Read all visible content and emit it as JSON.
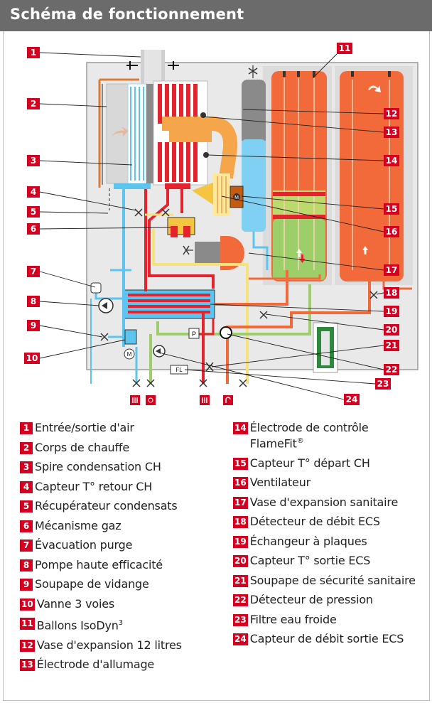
{
  "header": {
    "title": "Schéma de fonctionnement"
  },
  "legend": {
    "left": [
      {
        "num": "1",
        "text": "Entrée/sortie d'air"
      },
      {
        "num": "2",
        "text": "Corps de chauffe"
      },
      {
        "num": "3",
        "text": "Spire condensation CH"
      },
      {
        "num": "4",
        "text": "Capteur T° retour CH"
      },
      {
        "num": "5",
        "text": "Récupérateur condensats"
      },
      {
        "num": "6",
        "text": "Mécanisme gaz"
      },
      {
        "num": "7",
        "text": "Évacuation purge"
      },
      {
        "num": "8",
        "text": "Pompe haute efficacité"
      },
      {
        "num": "9",
        "text": "Soupape de vidange"
      },
      {
        "num": "10",
        "text": "Vanne 3 voies"
      },
      {
        "num": "11",
        "text": "Ballons IsoDyn",
        "sup": "3"
      },
      {
        "num": "12",
        "text": "Vase d'expansion 12 litres"
      },
      {
        "num": "13",
        "text": "Électrode d'allumage"
      }
    ],
    "right": [
      {
        "num": "14",
        "text": "Électrode de contrôle",
        "text2": "FlameFit",
        "sup": "®"
      },
      {
        "num": "15",
        "text": "Capteur T° départ CH"
      },
      {
        "num": "16",
        "text": "Ventilateur"
      },
      {
        "num": "17",
        "text": "Vase d'expansion sanitaire"
      },
      {
        "num": "18",
        "text": "Détecteur de débit ECS"
      },
      {
        "num": "19",
        "text": "Échangeur à plaques"
      },
      {
        "num": "20",
        "text": "Capteur T° sortie ECS"
      },
      {
        "num": "21",
        "text": "Soupape de sécurité sanitaire"
      },
      {
        "num": "22",
        "text": "Détecteur de pression"
      },
      {
        "num": "23",
        "text": "Filtre eau froide"
      },
      {
        "num": "24",
        "text": "Capteur de débit sortie ECS"
      }
    ]
  },
  "diagram": {
    "labels": {
      "pressure": "P",
      "filter": "FL",
      "motor": "M",
      "ventilator": "M"
    },
    "callouts": [
      "1",
      "2",
      "3",
      "4",
      "5",
      "6",
      "7",
      "8",
      "9",
      "10",
      "11",
      "12",
      "13",
      "14",
      "15",
      "16",
      "17",
      "18",
      "19",
      "20",
      "21",
      "22",
      "23",
      "24"
    ],
    "colors": {
      "accent": "#d5001f",
      "hot": "#e4232e",
      "cold": "#5bc4ef",
      "tank": "#f26a3a",
      "return": "#f5e27a",
      "panel": "#e9e9e9"
    }
  }
}
